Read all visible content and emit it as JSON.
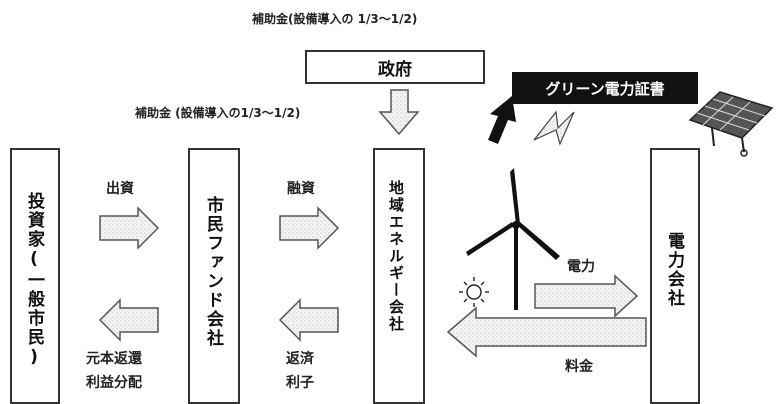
{
  "top_subsidy_label": "補助金(設備導入の 1/3〜1/2)",
  "mid_subsidy_label": "補助金 (設備導入の1/3〜1/2)",
  "government": "政府",
  "green_certificate": "グリーン電力証書",
  "entities": {
    "investor": "投資家(一般市民)",
    "citizen_fund": "市民ファンド会社",
    "regional_energy": "地域エネルギー会社",
    "power_company": "電力会社"
  },
  "flows": {
    "investment": "出資",
    "financing": "融資",
    "electricity": "電力",
    "principal_return": "元本返還",
    "profit_distribution": "利益分配",
    "repayment": "返済",
    "interest": "利子",
    "charge": "料金"
  }
}
